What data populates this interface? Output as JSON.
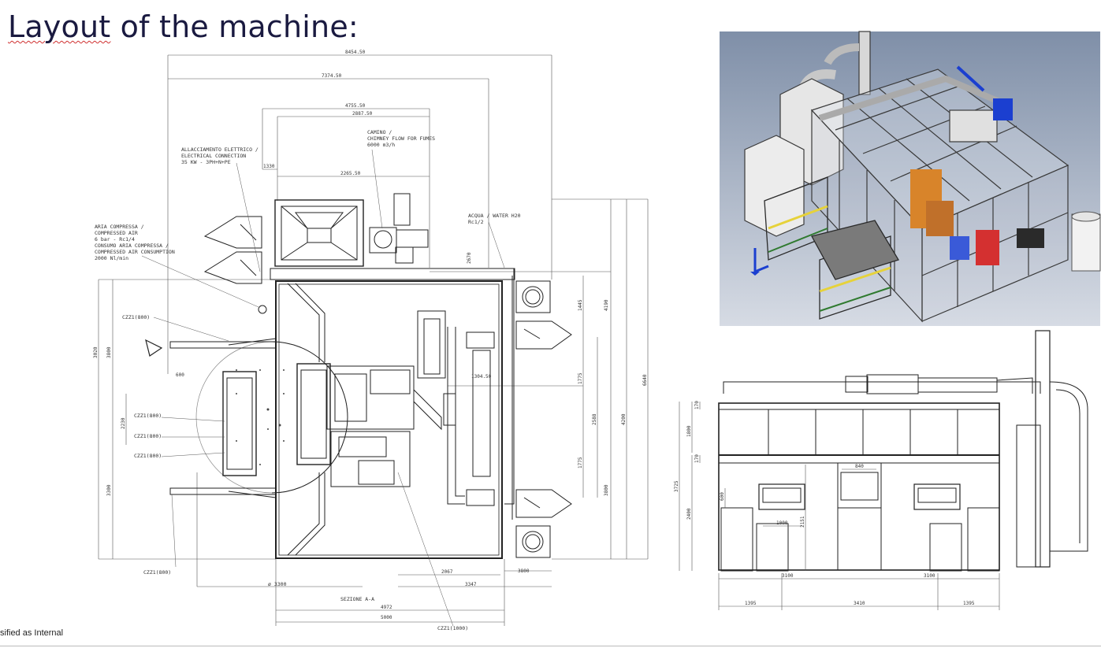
{
  "title": {
    "word1": "Layout",
    "rest": " of the machine:"
  },
  "footer": "sified as Internal",
  "plan": {
    "dims": {
      "d8454": "8454.50",
      "d7374": "7374.50",
      "d4755": "4755.50",
      "d2887": "2887.50",
      "d1330": "1330",
      "d2265": "2265.50",
      "d1304": "1304.50",
      "d2067": "2067",
      "d3347": "3347",
      "d3800": "3800",
      "d4972": "4972",
      "d5000": "5000",
      "d3300": "3300",
      "d1445": "1445",
      "d1775": "1775",
      "d2588": "2588",
      "d4190": "4190",
      "d6640": "6640",
      "d4200": "4200",
      "d3800v": "3800",
      "d3300v": "3300",
      "d2670": "2670",
      "d600": "600",
      "d3020": "3020",
      "d2230": "2230"
    },
    "labels": {
      "electrical": [
        "ALLACCIAMENTO ELETTRICO /",
        "ELECTRICAL CONNECTION",
        "35 KW - 3PH+N+PE"
      ],
      "chimney": [
        "CAMINO /",
        "CHIMNEY FLOW FOR FUMES",
        "6000 m3/h"
      ],
      "air": [
        "ARIA COMPRESSA /",
        "COMPRESSED AIR",
        "6 bar - Rc1/4",
        "CONSUMO ARIA COMPRESSA /",
        "COMPRESSED AIR CONSUMPTION",
        "2000 Nl/min"
      ],
      "water": [
        "ACQUA / WATER H20",
        "Rc1/2"
      ],
      "section": "SEZIONE A-A",
      "diameter": "ø 3300",
      "c1": "CZZ1(800)",
      "c2": "CZZ1(800)",
      "c3": "CZZ1(800)",
      "c4": "CZZ1(800)",
      "c5": "CZZ1(800)",
      "c6": "CZZ1(1000)"
    }
  },
  "elevation": {
    "dims": {
      "h3725": "3725",
      "h1800": "1800",
      "h2400": "2400",
      "h2151": "2151",
      "h170a": "170",
      "h170b": "170",
      "h600": "600",
      "w840": "840",
      "w1000": "1000",
      "w3100a": "3100",
      "w3100b": "3100",
      "w1395a": "1395",
      "w3410": "3410",
      "w1395b": "1395"
    }
  },
  "render3d": {
    "background_top": "#7f8fa8",
    "background_bottom": "#d6dbe4",
    "frame_color": "#3a3a3a",
    "accent_blue": "#1b3fd0",
    "accent_red": "#d43030",
    "accent_orange": "#d8842a",
    "accent_yellow": "#e6d23a",
    "accent_green": "#2f7a2f"
  }
}
